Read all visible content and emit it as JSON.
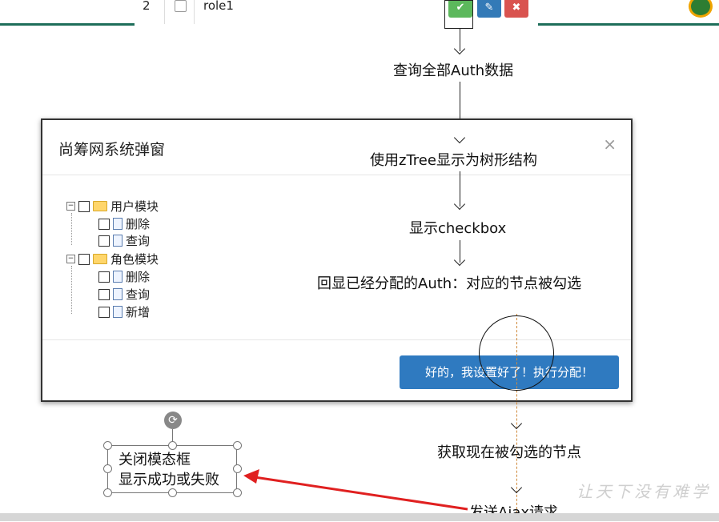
{
  "table_row": {
    "index": "2",
    "name": "role1",
    "buttons": [
      {
        "icon": "check-square-icon",
        "color": "#5cb85c"
      },
      {
        "icon": "pencil-icon",
        "color": "#337ab7"
      },
      {
        "icon": "close-icon",
        "color": "#d9534f"
      }
    ]
  },
  "flow": {
    "step1": "查询全部Auth数据",
    "step2": "使用zTree显示为树形结构",
    "step3": "显示checkbox",
    "step4": "回显已经分配的Auth：对应的节点被勾选",
    "step5": "获取现在被勾选的节点",
    "step6": "发送Ajax请求"
  },
  "modal": {
    "title": "尚筹网系统弹窗",
    "close": "×",
    "assign_button": "好的，我设置好了！执行分配！",
    "tree": [
      {
        "label": "用户模块",
        "children": [
          "删除",
          "查询"
        ]
      },
      {
        "label": "角色模块",
        "children": [
          "删除",
          "查询",
          "新增"
        ]
      }
    ]
  },
  "textbox": {
    "line1": "关闭模态框",
    "line2": "显示成功或失败"
  },
  "watermark": "让天下没有难学",
  "colors": {
    "accent_green": "#1e6e5a",
    "button_blue": "#2f7ac0",
    "arrow_red": "#e02020"
  }
}
